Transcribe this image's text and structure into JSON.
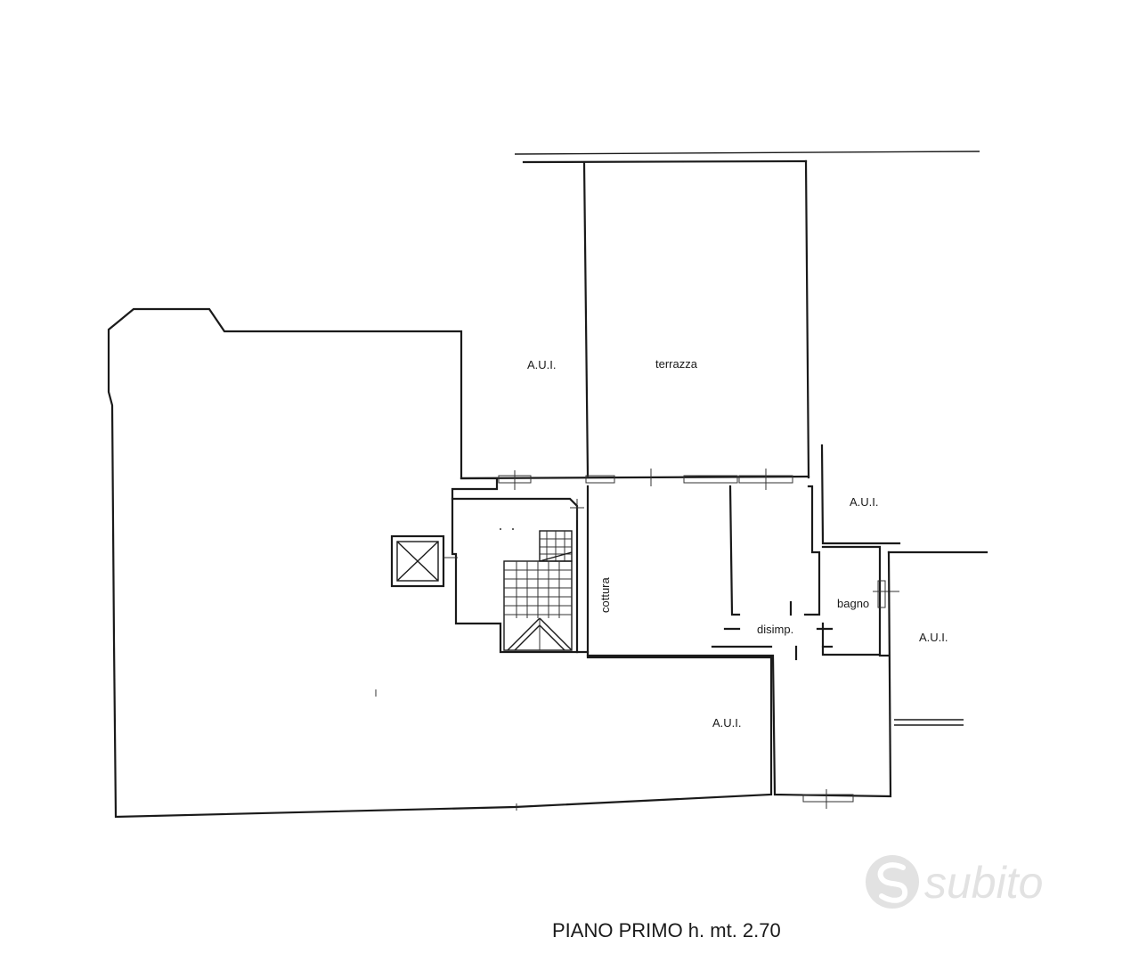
{
  "labels": {
    "aui_top": "A.U.I.",
    "terrazza": "terrazza",
    "aui_right_top": "A.U.I.",
    "cottura": "cottura",
    "bagno": "bagno",
    "disimp": "disimp.",
    "aui_right_mid": "A.U.I.",
    "aui_bottom": "A.U.I."
  },
  "title": "PIANO PRIMO h. mt. 2.70",
  "watermark": {
    "text": "subito",
    "icon": "subito-logo-icon"
  },
  "colors": {
    "line": "#1a1a1a",
    "watermark": "#e2e2e2"
  }
}
